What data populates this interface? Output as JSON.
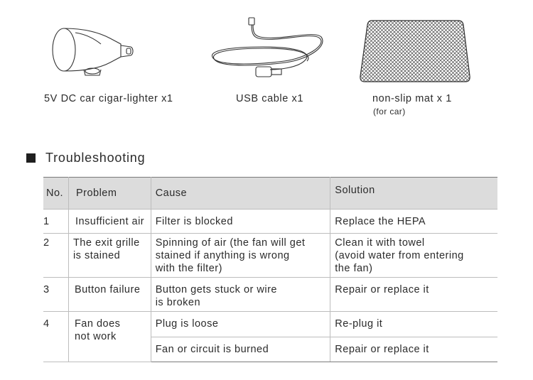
{
  "accessories": [
    {
      "label": "5V DC car cigar-lighter x1",
      "icon": "car-charger-icon"
    },
    {
      "label": "USB cable x1",
      "icon": "usb-cable-icon"
    },
    {
      "label": "non-slip mat x 1",
      "sublabel": "(for car)",
      "icon": "non-slip-mat-icon"
    }
  ],
  "section": {
    "title": "Troubleshooting"
  },
  "table": {
    "headers": {
      "no": "No.",
      "problem": "Problem",
      "cause": "Cause",
      "solution": "Solution"
    },
    "rows": [
      {
        "no": "1",
        "problem": "Insufficient air",
        "cause": "Filter is blocked",
        "solution": "Replace the HEPA"
      },
      {
        "no": "2",
        "problem_l1": "The exit grille",
        "problem_l2": "is stained",
        "cause_l1": "Spinning of air (the fan will get",
        "cause_l2": "stained if anything is wrong",
        "cause_l3": "with the filter)",
        "solution_l1": "Clean it with towel",
        "solution_l2": "(avoid water from entering",
        "solution_l3": "the fan)"
      },
      {
        "no": "3",
        "problem": "Button failure",
        "cause_l1": "Button gets stuck or wire",
        "cause_l2": "is broken",
        "solution": "Repair or replace it"
      },
      {
        "no": "4",
        "problem_l1": "Fan does",
        "problem_l2": "not work",
        "cause_a": "Plug is loose",
        "solution_a": "Re-plug it",
        "cause_b": "Fan or circuit is burned",
        "solution_b": "Repair or replace it"
      }
    ]
  }
}
